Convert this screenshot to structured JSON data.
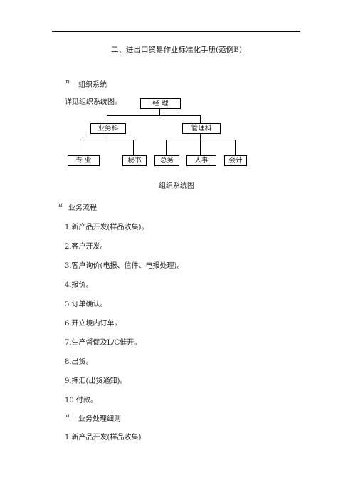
{
  "doc": {
    "title": "二、进出口贸易作业标准化手册(范例B)",
    "bullet_symbol": "¤",
    "sections": {
      "org": {
        "heading": "组织系统",
        "intro": "详见组织系统图。",
        "chart": {
          "manager": "经 理",
          "business": "业务科",
          "admin": "管理科",
          "specialist": "专 业",
          "secretary": "秘书",
          "general": "总务",
          "personnel": "人事",
          "accounting": "会计"
        },
        "caption": "组织系统图"
      },
      "flow": {
        "heading": "业务流程",
        "items": [
          "1.新产品开发(样品收集)。",
          "2.客户开发。",
          "3.客户询价(电报、信件、电报处理)。",
          "4.报价。",
          "5.订单确认。",
          "6.开立境内订单。",
          "7.生产督促及L/C催开。",
          "8.出货。",
          "9.押汇(出货通知)。",
          "10.付款。"
        ]
      },
      "rules": {
        "heading": "业务处理细则",
        "items": [
          "1.新产品开发(样品收集)"
        ]
      }
    }
  }
}
